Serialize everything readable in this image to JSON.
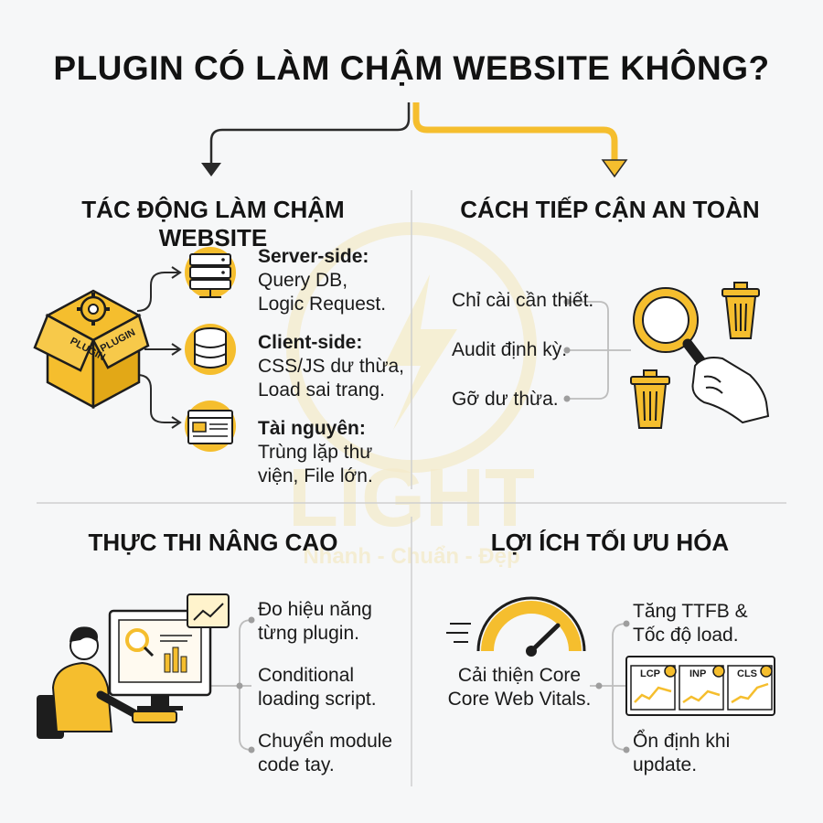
{
  "title": "PLUGIN CÓ LÀM CHẬM WEBSITE KHÔNG?",
  "colors": {
    "accent": "#f5be2e",
    "dark": "#1d1d1d",
    "divider": "#c9c9c9",
    "background": "#f6f7f8"
  },
  "watermark": {
    "brand": "LIGHT",
    "slogan": "Nhanh - Chuẩn - Đẹp"
  },
  "sections": {
    "impact": {
      "heading": "TÁC ĐỘNG LÀM CHẬM WEBSITE",
      "box_label": "PLUGIN",
      "items": [
        {
          "title": "Server-side:",
          "line1": "Query DB,",
          "line2": "Logic Request.",
          "icon": "server-rack-icon"
        },
        {
          "title": "Client-side:",
          "line1": "CSS/JS dư thừa,",
          "line2": "Load sai trang.",
          "icon": "database-icon"
        },
        {
          "title": "Tài nguyên:",
          "line1": "Trùng lặp thư",
          "line2": "viện, File lớn.",
          "icon": "browser-window-icon"
        }
      ]
    },
    "safe": {
      "heading": "CÁCH TIẾP CẬN AN TOÀN",
      "items": [
        "Chỉ cài cần thiết.",
        "Audit định kỳ.",
        "Gỡ dư thừa."
      ]
    },
    "advanced": {
      "heading": "THỰC THI NÂNG CAO",
      "items": [
        {
          "line1": "Đo hiệu năng",
          "line2": "từng plugin."
        },
        {
          "line1": "Conditional",
          "line2": "loading script."
        },
        {
          "line1": "Chuyển module",
          "line2": "code tay."
        }
      ]
    },
    "benefits": {
      "heading": "LỢI ÍCH TỐI ƯU HÓA",
      "gauge_caption_1": "Cải thiện Core",
      "gauge_caption_2": "Core Web Vitals.",
      "items": [
        {
          "line1": "Tăng TTFB &",
          "line2": "Tốc độ load."
        },
        {
          "line1": "Ổn định khi",
          "line2": "update."
        }
      ],
      "metrics": [
        "LCP",
        "INP",
        "CLS"
      ]
    }
  }
}
